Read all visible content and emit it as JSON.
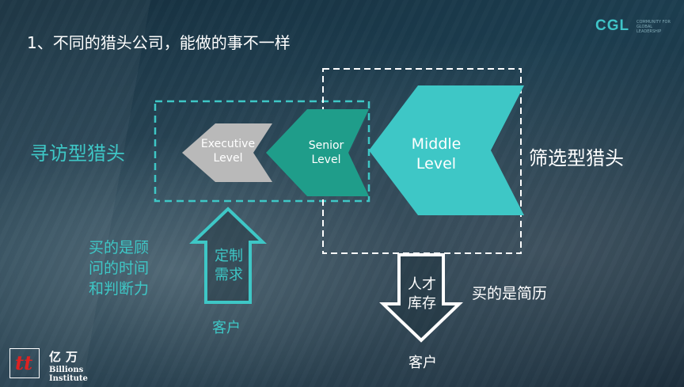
{
  "slide": {
    "title": "1、不同的猎头公司，能做的事不一样"
  },
  "logos": {
    "cgl": {
      "mark": "CGL",
      "tagline": "COMMUNITY FOR GLOBAL LEADERSHIP"
    },
    "billions": {
      "mark": "tt",
      "cn_name": "亿万",
      "en_name": "Billions Institute"
    }
  },
  "left_label": "寻访型猎头",
  "right_label": "筛选型猎头",
  "arrows": {
    "executive": {
      "line1": "Executive",
      "line2": "Level",
      "color": "#b9b9b9"
    },
    "senior": {
      "line1": "Senior",
      "line2": "Level",
      "color": "#1f9d8a"
    },
    "middle": {
      "line1": "Middle",
      "line2": "Level",
      "color": "#3ec7c6"
    }
  },
  "left_bottom": {
    "description": [
      "买的是顾",
      "问的时间",
      "和判断力"
    ],
    "up_arrow": [
      "定制",
      "需求"
    ],
    "client": "客户"
  },
  "right_bottom": {
    "down_arrow": [
      "人才",
      "库存"
    ],
    "description": "买的是简历",
    "client": "客户"
  },
  "colors": {
    "accent": "#3ec7c6",
    "dashed_box": "#3ec7c6",
    "dashed_box_right": "#ffffff"
  }
}
